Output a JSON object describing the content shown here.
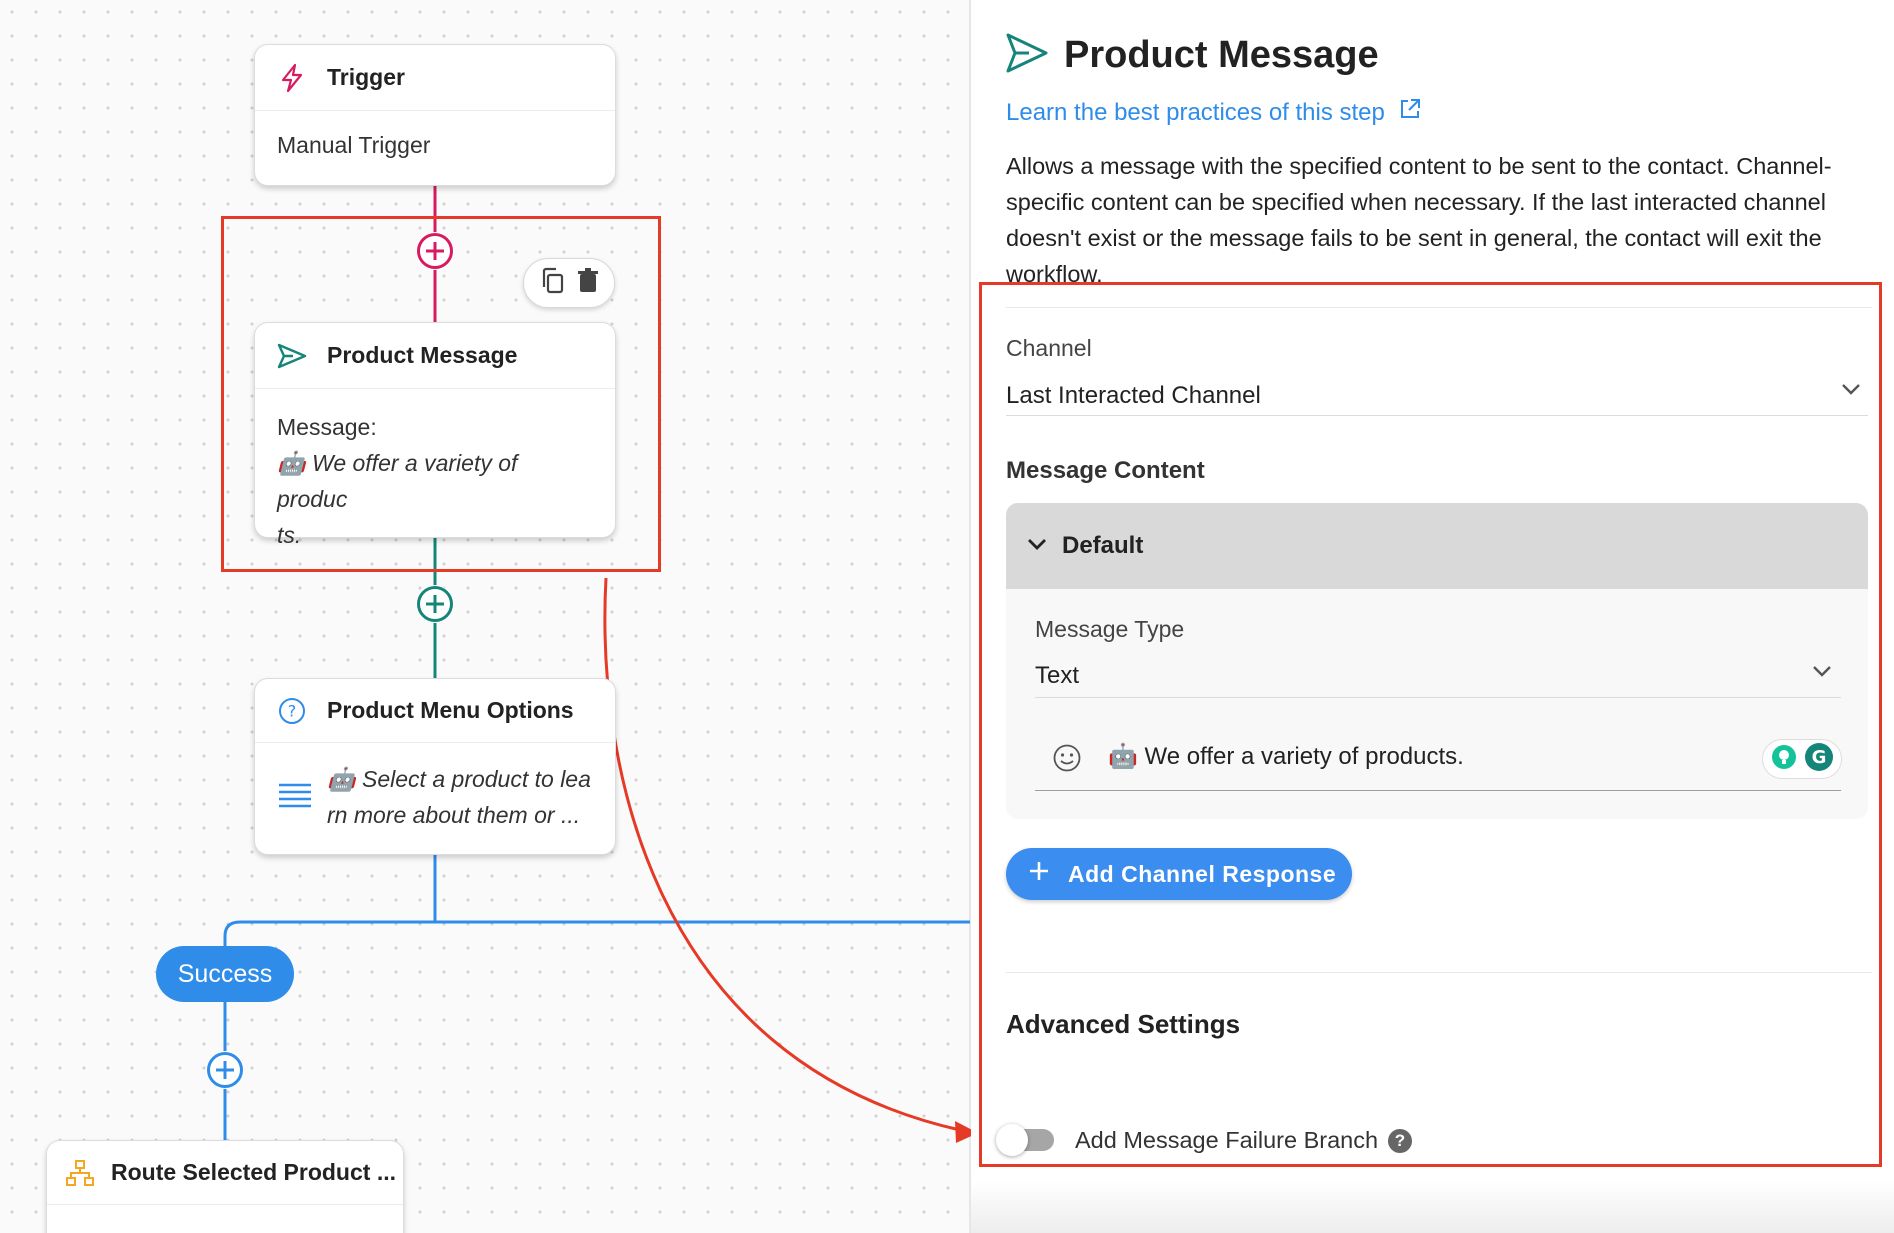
{
  "colors": {
    "trigger_accent": "#d81b60",
    "message_accent": "#15857a",
    "branch_accent": "#2f8ce9",
    "route_accent": "#f5a623",
    "highlight_red": "#e53a26",
    "primary_button": "#3b8def"
  },
  "canvas": {
    "trigger_node": {
      "icon": "lightning-icon",
      "title": "Trigger",
      "body": "Manual Trigger"
    },
    "product_message_node": {
      "icon": "send-icon",
      "title": "Product Message",
      "body_label": "Message:",
      "body_line1": "🤖 We offer a variety of produc",
      "body_line2": "ts."
    },
    "product_menu_node": {
      "icon": "question-circle-icon",
      "title": "Product Menu Options",
      "body_line1": "🤖 Select a product to lea",
      "body_line2": "rn more about them or ..."
    },
    "success_pill": "Success",
    "route_node": {
      "icon": "hierarchy-icon",
      "title": "Route Selected Product ..."
    }
  },
  "panel": {
    "title": "Product Message",
    "learn_link": "Learn the best practices of this step",
    "description": "Allows a message with the specified content to be sent to the contact. Channel-specific content can be specified when necessary. If the last interacted channel doesn't exist or the message fails to be sent in general, the contact will exit the workflow.",
    "channel": {
      "label": "Channel",
      "value": "Last Interacted Channel"
    },
    "message_content_label": "Message Content",
    "default_section": {
      "label": "Default",
      "message_type_label": "Message Type",
      "message_type_value": "Text",
      "message_text": "🤖 We offer a variety of products."
    },
    "add_channel_response": "Add Channel Response",
    "advanced_settings": "Advanced Settings",
    "failure_branch_label": "Add Message Failure Branch",
    "failure_branch_enabled": false
  }
}
